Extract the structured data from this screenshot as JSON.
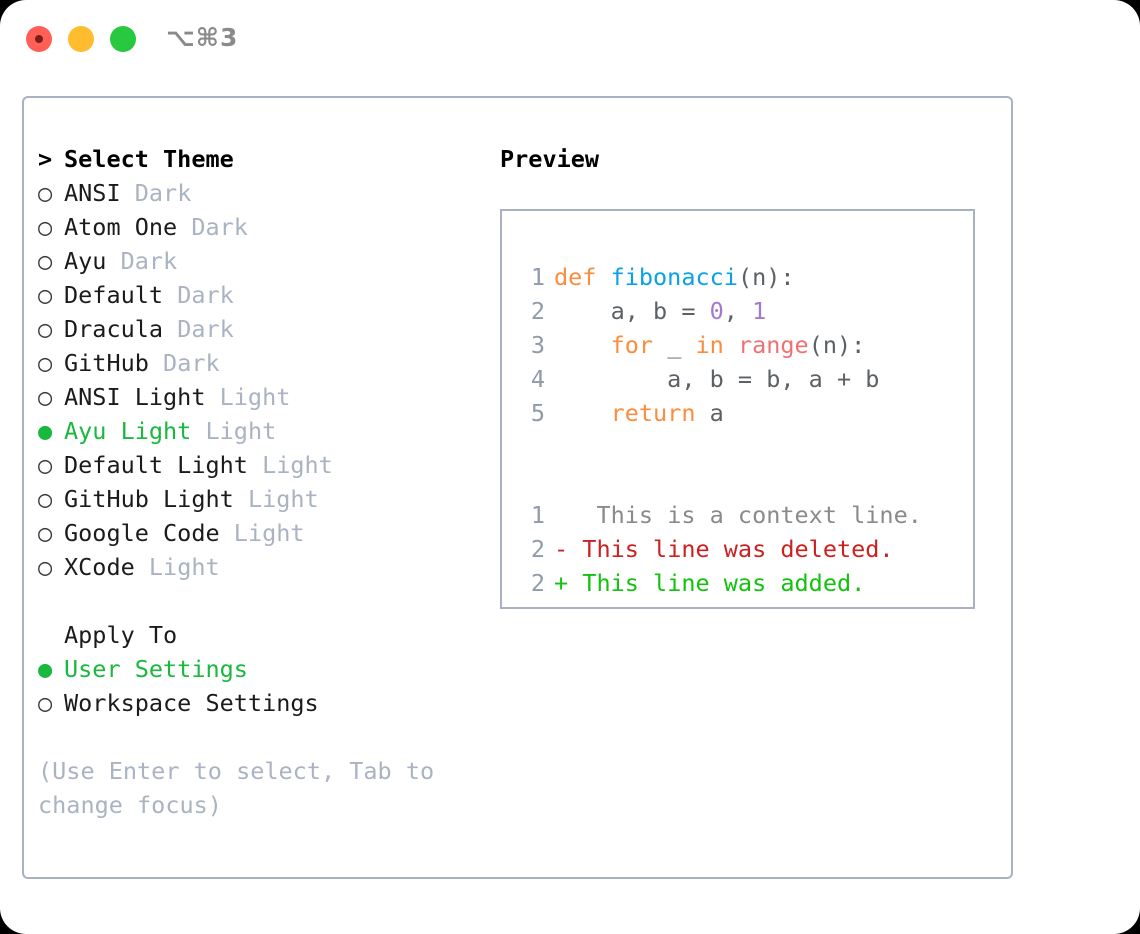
{
  "window": {
    "title": "⌥⌘3",
    "traffic_lights": [
      "close-red",
      "minimize-yellow",
      "zoom-green"
    ]
  },
  "colors": {
    "accent_green": "#19b83e",
    "badge_grey": "#a9b3c2",
    "border": "#a8b2c1",
    "keyword_orange": "#fa8d3e",
    "function_blue": "#0aa2e6",
    "number_purple": "#a37acc",
    "builtin_red": "#f07171",
    "diff_add_green": "#12c20f",
    "diff_del_red": "#cc2121"
  },
  "theme_list": {
    "heading_marker": ">",
    "heading": "Select Theme",
    "items": [
      {
        "marker": "○",
        "name": "ANSI",
        "badge": "Dark",
        "selected": false
      },
      {
        "marker": "○",
        "name": "Atom One",
        "badge": "Dark",
        "selected": false
      },
      {
        "marker": "○",
        "name": "Ayu",
        "badge": "Dark",
        "selected": false
      },
      {
        "marker": "○",
        "name": "Default",
        "badge": "Dark",
        "selected": false
      },
      {
        "marker": "○",
        "name": "Dracula",
        "badge": "Dark",
        "selected": false
      },
      {
        "marker": "○",
        "name": "GitHub",
        "badge": "Dark",
        "selected": false
      },
      {
        "marker": "○",
        "name": "ANSI Light",
        "badge": "Light",
        "selected": false
      },
      {
        "marker": "●",
        "name": "Ayu Light",
        "badge": "Light",
        "selected": true
      },
      {
        "marker": "○",
        "name": "Default Light",
        "badge": "Light",
        "selected": false
      },
      {
        "marker": "○",
        "name": "GitHub Light",
        "badge": "Light",
        "selected": false
      },
      {
        "marker": "○",
        "name": "Google Code",
        "badge": "Light",
        "selected": false
      },
      {
        "marker": "○",
        "name": "XCode",
        "badge": "Light",
        "selected": false
      }
    ]
  },
  "apply_to": {
    "heading": "Apply To",
    "items": [
      {
        "marker": "●",
        "name": "User Settings",
        "selected": true
      },
      {
        "marker": "○",
        "name": "Workspace Settings",
        "selected": false
      }
    ]
  },
  "hint": "(Use Enter to select, Tab to change focus)",
  "preview": {
    "title": "Preview",
    "code_lines": [
      {
        "num": "1",
        "tokens": [
          {
            "t": "def ",
            "c": "kw"
          },
          {
            "t": "fibonacci",
            "c": "fn"
          },
          {
            "t": "(n):",
            "c": "punc"
          }
        ]
      },
      {
        "num": "2",
        "tokens": [
          {
            "t": "    a, b = ",
            "c": "txt"
          },
          {
            "t": "0",
            "c": "num"
          },
          {
            "t": ", ",
            "c": "txt"
          },
          {
            "t": "1",
            "c": "num"
          }
        ]
      },
      {
        "num": "3",
        "tokens": [
          {
            "t": "    ",
            "c": "txt"
          },
          {
            "t": "for",
            "c": "kw"
          },
          {
            "t": " _ ",
            "c": "txt"
          },
          {
            "t": "in",
            "c": "kw"
          },
          {
            "t": " ",
            "c": "txt"
          },
          {
            "t": "range",
            "c": "bi"
          },
          {
            "t": "(n):",
            "c": "punc"
          }
        ]
      },
      {
        "num": "4",
        "tokens": [
          {
            "t": "        a, b = b, a + b",
            "c": "txt"
          }
        ]
      },
      {
        "num": "5",
        "tokens": [
          {
            "t": "    ",
            "c": "txt"
          },
          {
            "t": "return",
            "c": "kw"
          },
          {
            "t": " a",
            "c": "txt"
          }
        ]
      }
    ],
    "diff_lines": [
      {
        "num": "1",
        "sign": " ",
        "text": "  This is a context line.",
        "kind": "ctx"
      },
      {
        "num": "2",
        "sign": "-",
        "text": " This line was deleted.",
        "kind": "del"
      },
      {
        "num": "2",
        "sign": "+",
        "text": " This line was added.",
        "kind": "add"
      }
    ]
  }
}
